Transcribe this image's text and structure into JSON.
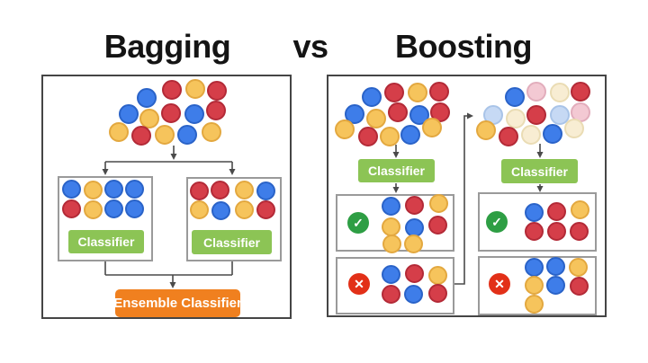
{
  "titles": {
    "left": "Bagging",
    "vs": "vs",
    "right": "Boosting"
  },
  "labels": {
    "bagging_classifier_1": "Classifier",
    "bagging_classifier_2": "Classifier",
    "ensemble": "Ensemble Classifier",
    "boosting_classifier_1": "Classifier",
    "boosting_classifier_2": "Classifier"
  },
  "icons": {
    "check": "✓",
    "cross": "✕"
  },
  "palette": {
    "dots": {
      "blue": {
        "fill": "#3E7DE9",
        "border": "#2A63C8"
      },
      "red": {
        "fill": "#D53E49",
        "border": "#B32A37"
      },
      "yellow": {
        "fill": "#F6C45C",
        "border": "#E3A83F"
      },
      "faded_blue": {
        "fill": "#C6D9F4",
        "border": "#A9C4E8"
      },
      "faded_red": {
        "fill": "#F3C9D3",
        "border": "#E2ADBC"
      },
      "faded_yellow": {
        "fill": "#F8EDD3",
        "border": "#EADCB4"
      }
    },
    "ui": {
      "classifier_green": "#8CC455",
      "ensemble_orange": "#F0801F",
      "check_green": "#2E9E44",
      "cross_red": "#E23018",
      "panel_border": "#454545",
      "inner_box_border": "#9A9A9A",
      "connector": "#4A4A4A",
      "title_text": "#141414"
    }
  },
  "dots": {
    "bagging_cluster": [
      [
        163,
        109,
        "blue"
      ],
      [
        191,
        100,
        "red"
      ],
      [
        217,
        99,
        "yellow"
      ],
      [
        241,
        101,
        "red"
      ],
      [
        143,
        127,
        "blue"
      ],
      [
        166,
        132,
        "yellow"
      ],
      [
        190,
        126,
        "red"
      ],
      [
        216,
        127,
        "blue"
      ],
      [
        240,
        123,
        "red"
      ],
      [
        132,
        147,
        "yellow"
      ],
      [
        157,
        151,
        "red"
      ],
      [
        183,
        150,
        "yellow"
      ],
      [
        208,
        150,
        "blue"
      ],
      [
        235,
        147,
        "yellow"
      ]
    ],
    "bagging_subset_1": [
      [
        79,
        210,
        "blue"
      ],
      [
        103,
        211,
        "yellow"
      ],
      [
        126,
        210,
        "blue"
      ],
      [
        149,
        210,
        "blue"
      ],
      [
        79,
        232,
        "red"
      ],
      [
        103,
        233,
        "yellow"
      ],
      [
        126,
        232,
        "blue"
      ],
      [
        149,
        232,
        "blue"
      ]
    ],
    "bagging_subset_2": [
      [
        221,
        212,
        "red"
      ],
      [
        244,
        211,
        "red"
      ],
      [
        271,
        211,
        "yellow"
      ],
      [
        295,
        212,
        "blue"
      ],
      [
        221,
        233,
        "yellow"
      ],
      [
        245,
        234,
        "blue"
      ],
      [
        271,
        233,
        "yellow"
      ],
      [
        295,
        233,
        "red"
      ]
    ],
    "boosting_cluster_1": [
      [
        413,
        108,
        "blue"
      ],
      [
        438,
        103,
        "red"
      ],
      [
        464,
        103,
        "yellow"
      ],
      [
        488,
        102,
        "red"
      ],
      [
        394,
        127,
        "blue"
      ],
      [
        418,
        132,
        "yellow"
      ],
      [
        442,
        125,
        "red"
      ],
      [
        466,
        128,
        "blue"
      ],
      [
        489,
        125,
        "red"
      ],
      [
        383,
        144,
        "yellow"
      ],
      [
        409,
        152,
        "red"
      ],
      [
        433,
        152,
        "yellow"
      ],
      [
        456,
        150,
        "blue"
      ],
      [
        480,
        142,
        "yellow"
      ]
    ],
    "boosting_weighted_cluster": [
      [
        572,
        108,
        "blue"
      ],
      [
        596,
        102,
        "faded_red"
      ],
      [
        622,
        103,
        "faded_yellow"
      ],
      [
        645,
        102,
        "red"
      ],
      [
        548,
        128,
        "faded_blue"
      ],
      [
        573,
        132,
        "faded_yellow"
      ],
      [
        596,
        128,
        "red"
      ],
      [
        622,
        128,
        "faded_blue"
      ],
      [
        645,
        125,
        "faded_red"
      ],
      [
        540,
        145,
        "yellow"
      ],
      [
        565,
        152,
        "red"
      ],
      [
        590,
        150,
        "faded_yellow"
      ],
      [
        614,
        149,
        "blue"
      ],
      [
        638,
        143,
        "faded_yellow"
      ]
    ],
    "boosting_correct_1": [
      [
        434,
        229,
        "blue"
      ],
      [
        460,
        228,
        "red"
      ],
      [
        487,
        226,
        "yellow"
      ],
      [
        434,
        252,
        "yellow"
      ],
      [
        460,
        253,
        "blue"
      ],
      [
        486,
        250,
        "red"
      ],
      [
        435,
        271,
        "yellow"
      ],
      [
        459,
        271,
        "yellow"
      ]
    ],
    "boosting_wrong_1": [
      [
        434,
        305,
        "blue"
      ],
      [
        460,
        304,
        "red"
      ],
      [
        486,
        306,
        "yellow"
      ],
      [
        434,
        327,
        "red"
      ],
      [
        459,
        327,
        "blue"
      ],
      [
        486,
        326,
        "red"
      ]
    ],
    "boosting_correct_2": [
      [
        593,
        236,
        "blue"
      ],
      [
        618,
        235,
        "red"
      ],
      [
        644,
        233,
        "yellow"
      ],
      [
        593,
        257,
        "red"
      ],
      [
        618,
        257,
        "red"
      ],
      [
        643,
        257,
        "red"
      ]
    ],
    "boosting_wrong_2": [
      [
        593,
        297,
        "blue"
      ],
      [
        617,
        296,
        "blue"
      ],
      [
        642,
        297,
        "yellow"
      ],
      [
        593,
        317,
        "yellow"
      ],
      [
        617,
        317,
        "blue"
      ],
      [
        643,
        318,
        "red"
      ],
      [
        593,
        338,
        "yellow"
      ]
    ]
  }
}
